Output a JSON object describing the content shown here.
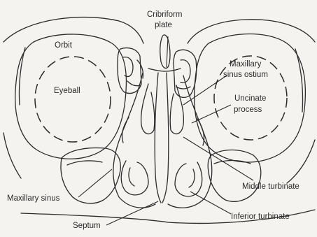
{
  "labels": {
    "cribriform_1": "Cribriform",
    "cribriform_2": "plate",
    "orbit": "Orbit",
    "eyeball": "Eyeball",
    "maxillary_ostium_1": "Maxillary",
    "maxillary_ostium_2": "sinus ostium",
    "uncinate_1": "Uncinate",
    "uncinate_2": "process",
    "maxillary_sinus": "Maxillary sinus",
    "middle_turbinate": "Middle turbinate",
    "inferior_turbinate": "Inferior turbinate",
    "septum": "Septum"
  },
  "colors": {
    "background": "#f4f3ef",
    "ink": "#2b2b2b"
  }
}
